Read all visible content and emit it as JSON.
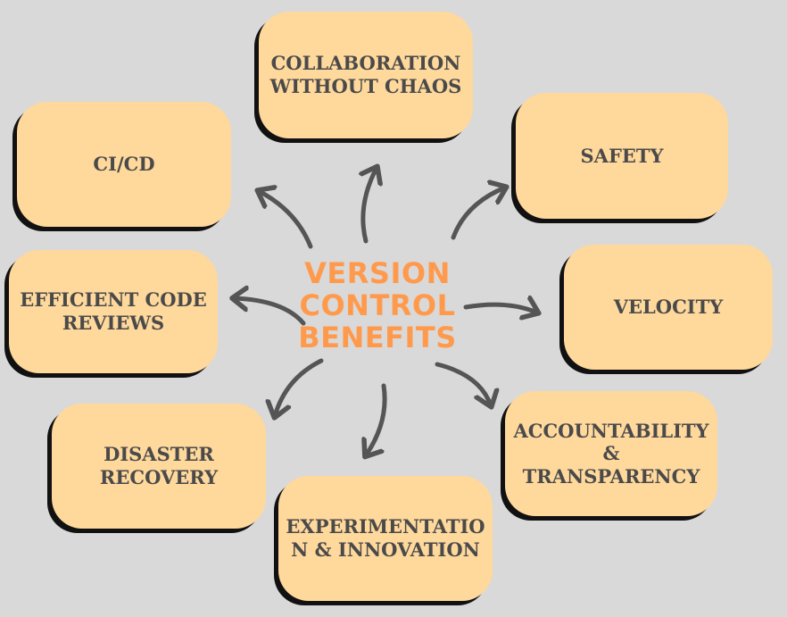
{
  "center_title": "VERSION\nCONTROL\nBENEFITS",
  "benefits": {
    "collaboration": "COLLABORATION\nWITHOUT CHAOS",
    "safety": "SAFETY",
    "cicd": "CI/CD",
    "efficient_code_reviews": "EFFICIENT CODE\nREVIEWS",
    "velocity": "VELOCITY",
    "disaster_recovery": "DISASTER\nRECOVERY",
    "accountability": "ACCOUNTABILITY\n& TRANSPARENCY",
    "experimentation": "EXPERIMENTATIO\nN & INNOVATION"
  },
  "colors": {
    "background": "#d9d9d9",
    "box_fill": "#ffd89c",
    "box_shadow": "#111111",
    "box_text": "#4a4a4a",
    "center_text": "#ff9a4d",
    "arrow": "#555555"
  }
}
